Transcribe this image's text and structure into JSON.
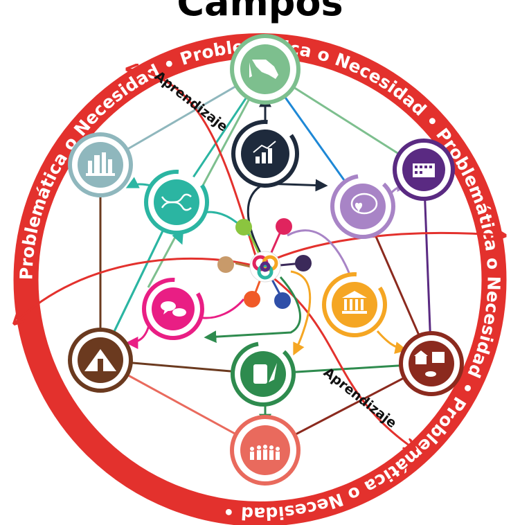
{
  "title": "Campos",
  "ring": {
    "text": "Problemática o Necesidad •",
    "color": "#e3312d"
  },
  "learning": {
    "top_label": "Aprendizaje",
    "bottom_label": "Aprendizaje"
  },
  "nodes": [
    {
      "id": "mexico-map",
      "icon": "mexico-map-icon",
      "color": "#7dbf8e"
    },
    {
      "id": "growth-chart",
      "icon": "bar-chart-growth-icon",
      "color": "#1e2a3c"
    },
    {
      "id": "building",
      "icon": "office-building-icon",
      "color": "#5a2a82"
    },
    {
      "id": "city-skyline",
      "icon": "city-skyline-icon",
      "color": "#8fb7bd"
    },
    {
      "id": "dna",
      "icon": "dna-icon",
      "color": "#2bb5a2"
    },
    {
      "id": "brain-heart",
      "icon": "brain-heart-icon",
      "color": "#a884c6"
    },
    {
      "id": "speech",
      "icon": "speech-bubbles-icon",
      "color": "#e91e84"
    },
    {
      "id": "government",
      "icon": "government-building-icon",
      "color": "#f5a623"
    },
    {
      "id": "pyramid",
      "icon": "pyramid-icon",
      "color": "#6b3a1f"
    },
    {
      "id": "scroll",
      "icon": "scroll-quill-icon",
      "color": "#2e8b4e"
    },
    {
      "id": "rural",
      "icon": "rural-farm-icon",
      "color": "#8b2a1e"
    },
    {
      "id": "community",
      "icon": "community-people-icon",
      "color": "#e96a5d"
    }
  ],
  "center": {
    "icon": "knot-icon"
  }
}
